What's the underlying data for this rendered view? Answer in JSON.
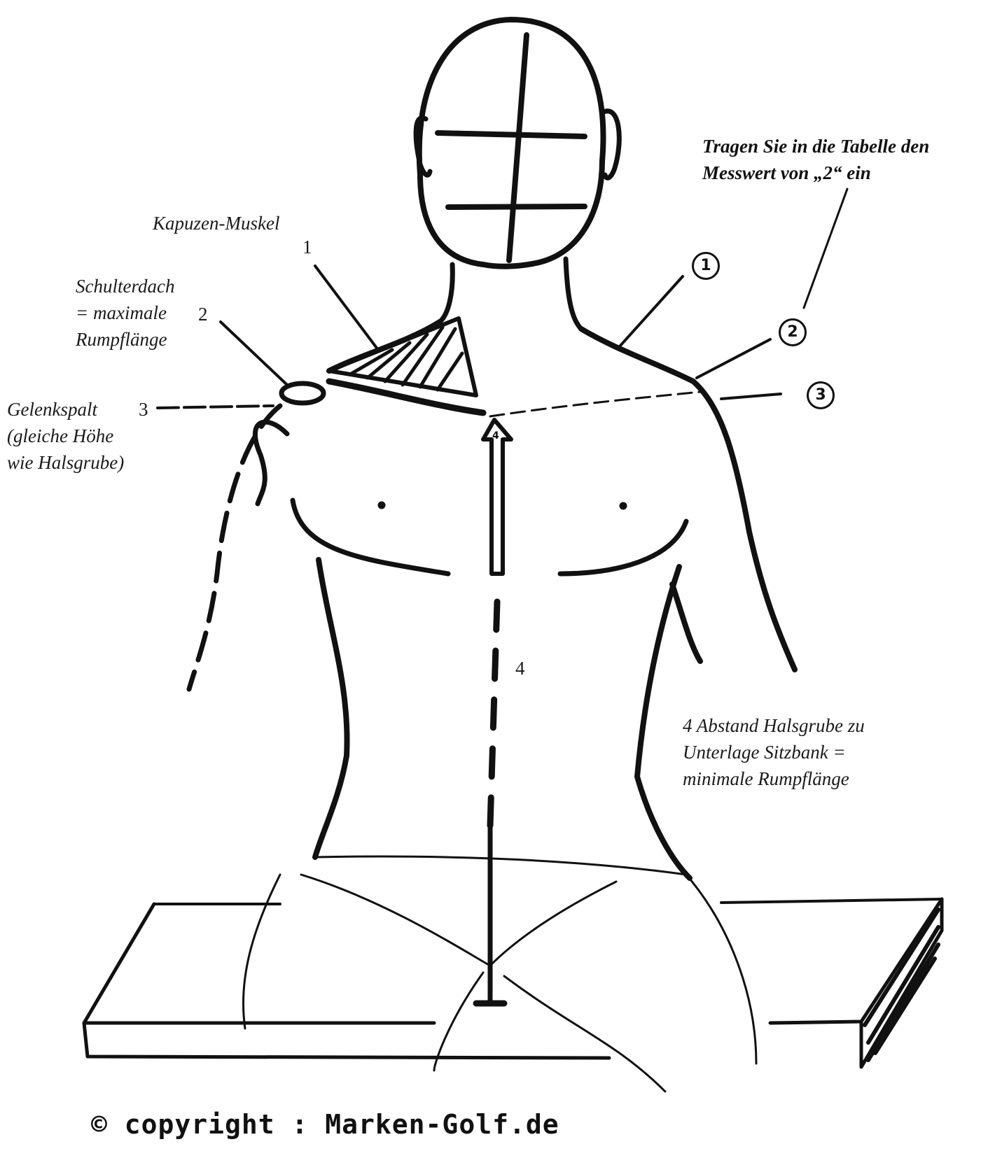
{
  "labels": {
    "kapuzen": "Kapuzen-Muskel",
    "num1": "1",
    "schulterdach": [
      "Schulterdach",
      "= maximale",
      "Rumpflänge"
    ],
    "num2": "2",
    "gelenkspalt": [
      "Gelenkspalt",
      "(gleiche Höhe",
      "wie Halsgrube)"
    ],
    "num3": "3",
    "num4": "4",
    "abstand": [
      "4 Abstand Halsgrube zu",
      "Unterlage Sitzbank =",
      "minimale Rumpflänge"
    ],
    "instruction": [
      "Tragen Sie in die Tabelle den",
      "Messwert von „2“ ein"
    ]
  },
  "markers": {
    "circled1": "1",
    "circled2": "2",
    "circled3": "3",
    "arrow_number": "4"
  },
  "copyright": "© copyright : Marken-Golf.de",
  "colors": {
    "ink": "#111111",
    "paper": "#ffffff"
  }
}
